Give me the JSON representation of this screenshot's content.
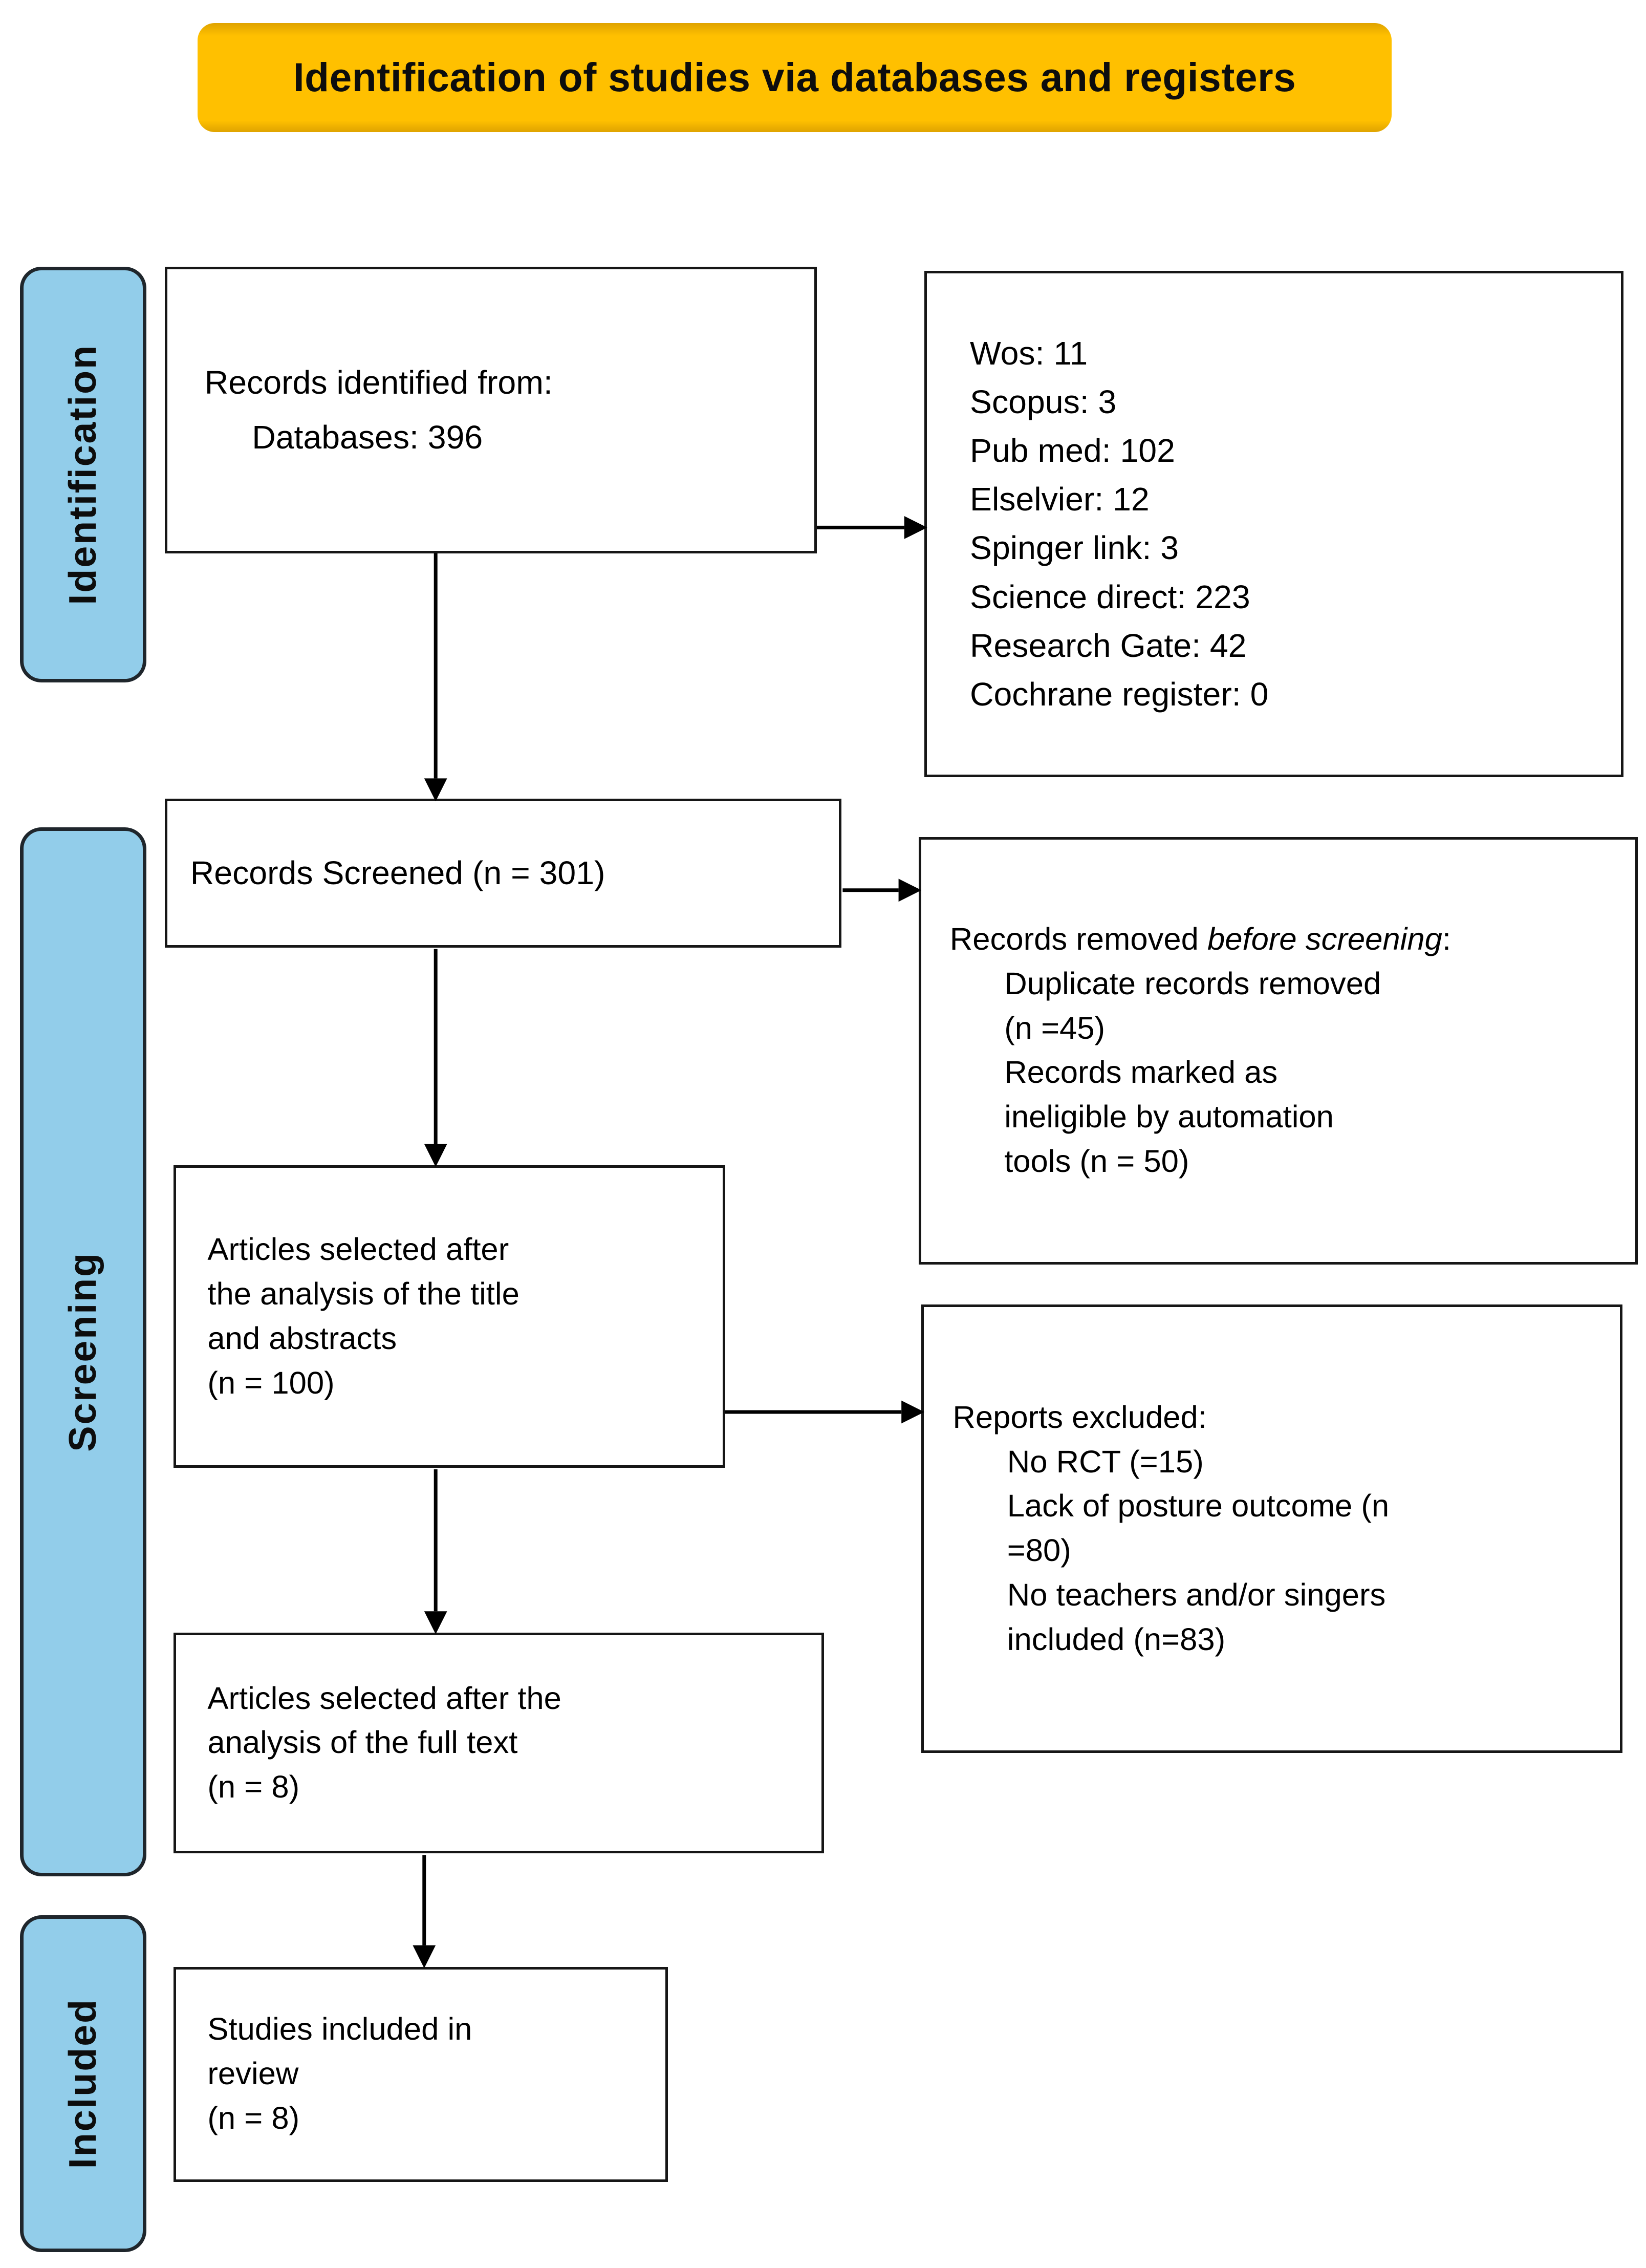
{
  "banner": {
    "title": "Identification of studies via databases and registers"
  },
  "sidebar": {
    "identification": "Identification",
    "screening": "Screening",
    "included": "Included"
  },
  "boxes": {
    "records_identified": {
      "lines": [
        "Records identified from:",
        "Databases: 396"
      ]
    },
    "sources": {
      "lines": [
        "Wos: 11",
        "Scopus: 3",
        "Pub med: 102",
        "Elselvier: 12",
        "Spinger link: 3",
        "Science direct: 223",
        "Research Gate: 42",
        "Cochrane register: 0"
      ]
    },
    "records_screened": {
      "text": "Records Screened (n = 301)"
    },
    "records_removed": {
      "title_prefix": "Records removed ",
      "title_italic": "before screening",
      "title_suffix": ":",
      "lines": [
        "Duplicate records removed",
        "(n =45)",
        "Records marked as",
        "ineligible by automation",
        "tools (n = 50)"
      ]
    },
    "articles_title_abstracts": {
      "lines": [
        "Articles selected after",
        "the analysis of the title",
        "and abstracts",
        "(n = 100)"
      ]
    },
    "reports_excluded": {
      "title": "Reports excluded:",
      "lines": [
        "No RCT (=15)",
        "Lack of posture outcome (n",
        "=80)",
        "No teachers and/or singers",
        "included (n=83)"
      ]
    },
    "articles_full_text": {
      "lines": [
        "Articles selected after the",
        "analysis of the full text",
        "(n = 8)"
      ]
    },
    "studies_included": {
      "lines": [
        "Studies included in",
        "review",
        "(n = 8)"
      ]
    }
  },
  "colors": {
    "banner_bg": "#FFC000",
    "sidebar_bg": "#92CDEA",
    "box_border": "#161616",
    "arrow": "#000000"
  }
}
